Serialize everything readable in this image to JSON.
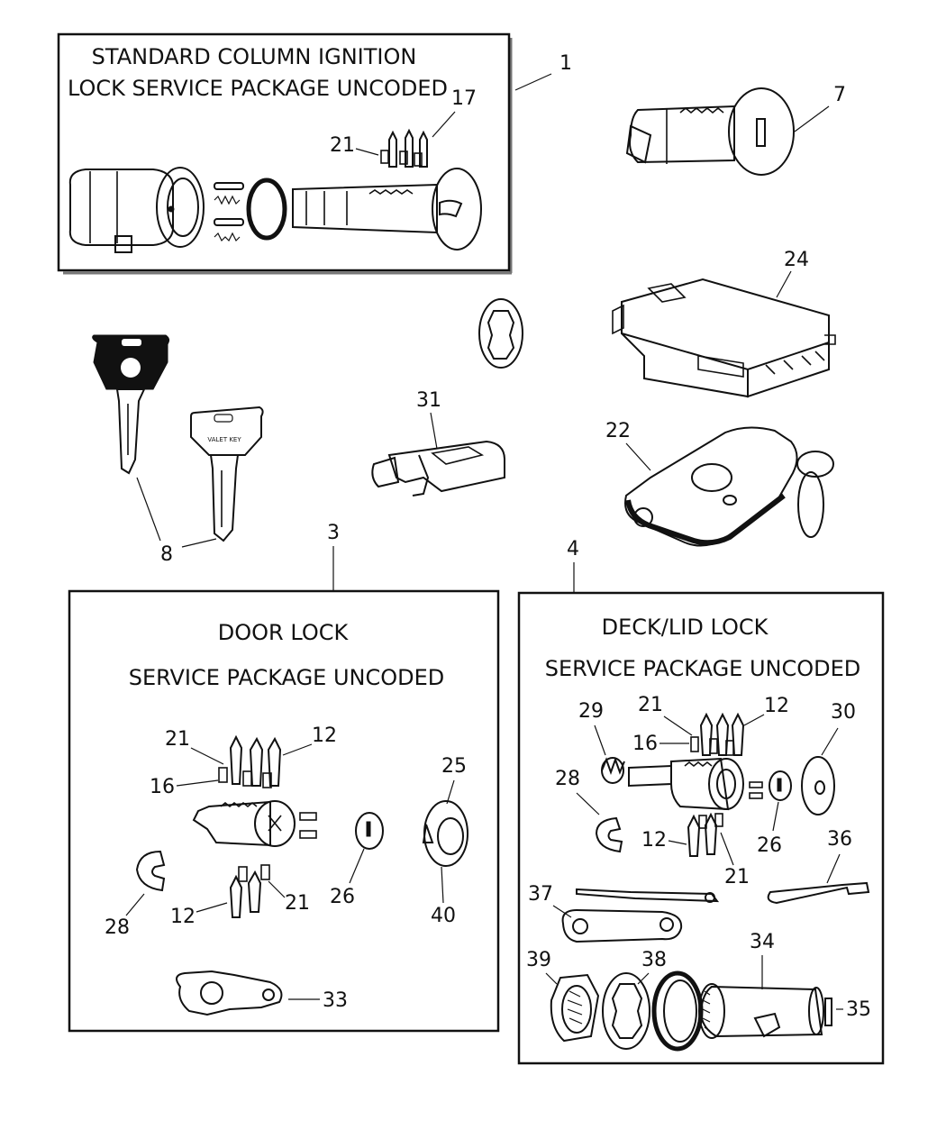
{
  "packages": {
    "ignition": {
      "line1": "STANDARD COLUMN IGNITION",
      "line2": "LOCK SERVICE PACKAGE UNCODED"
    },
    "door": {
      "line1": "DOOR LOCK",
      "line2": "SERVICE PACKAGE UNCODED"
    },
    "deck": {
      "line1": "DECK/LID LOCK",
      "line2": "SERVICE PACKAGE UNCODED"
    }
  },
  "callouts": {
    "ignition_pkg": "1",
    "ignition_pins": "17",
    "ignition_springs": "21",
    "cylinder": "7",
    "module": "24",
    "keys": "8",
    "clip": "31",
    "fob": "22",
    "door_pkg": "3",
    "deck_pkg": "4",
    "door_21a": "21",
    "door_12a": "12",
    "door_16": "16",
    "door_25": "25",
    "door_26": "26",
    "door_40": "40",
    "door_28": "28",
    "door_12b": "12",
    "door_21b": "21",
    "door_33": "33",
    "deck_29": "29",
    "deck_21a": "21",
    "deck_12a": "12",
    "deck_30": "30",
    "deck_16": "16",
    "deck_28": "28",
    "deck_26": "26",
    "deck_12b": "12",
    "deck_21b": "21",
    "deck_36": "36",
    "deck_37": "37",
    "deck_34": "34",
    "deck_39": "39",
    "deck_38": "38",
    "deck_35": "35"
  },
  "key_stamp": "VALET KEY"
}
